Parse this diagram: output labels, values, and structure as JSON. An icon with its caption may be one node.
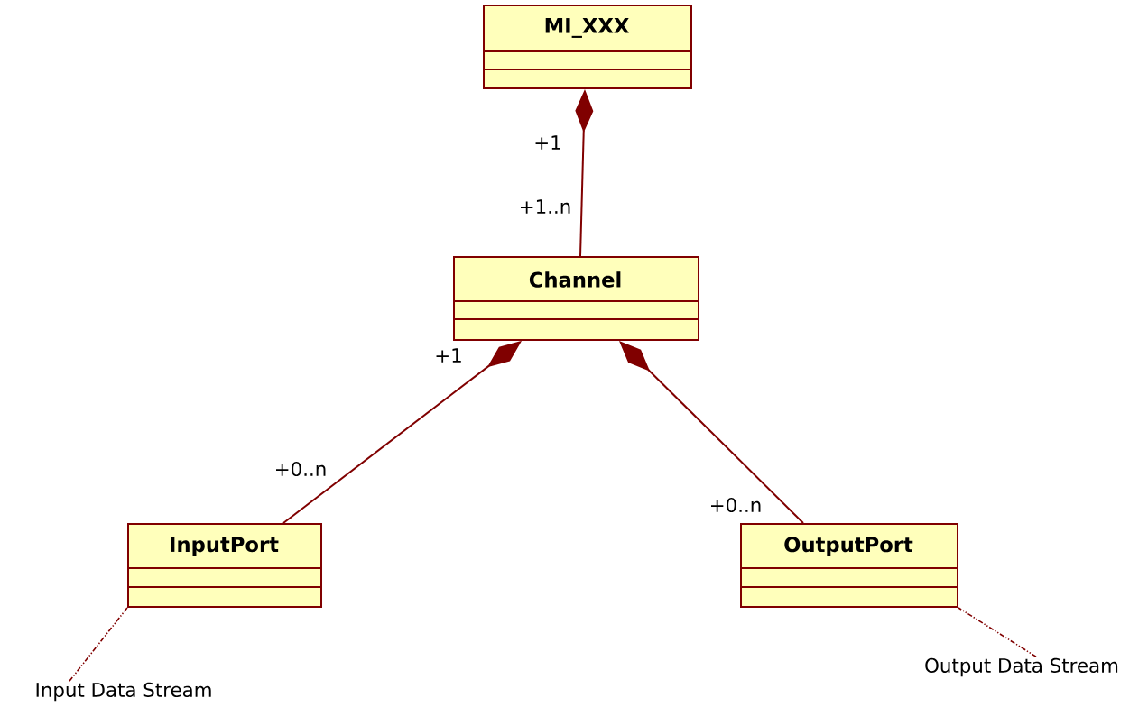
{
  "diagram": {
    "nodes": [
      {
        "text": [
          "MI_XXX"
        ]
      },
      {
        "text": [
          "Channel"
        ]
      },
      {
        "text": [
          "InputPort"
        ]
      },
      {
        "text": [
          "OutputPort"
        ]
      },
      {
        "text": [
          "Input Data Stream"
        ]
      },
      {
        "text": [
          "Output Data Stream"
        ]
      }
    ],
    "edges": [
      {
        "from": 0,
        "to": 1,
        "arrow": "other"
      },
      {
        "from": 1,
        "to": 2,
        "arrow": "other"
      },
      {
        "from": 1,
        "to": 3,
        "arrow": "other"
      },
      {
        "from": 4,
        "to": 2,
        "arrow": "none",
        "style": "dashed"
      },
      {
        "from": 5,
        "to": 3,
        "arrow": "none",
        "style": "dashed"
      }
    ],
    "labels": [
      "+1",
      "+1..n",
      "+1",
      "+0..n",
      "+0..n"
    ]
  }
}
